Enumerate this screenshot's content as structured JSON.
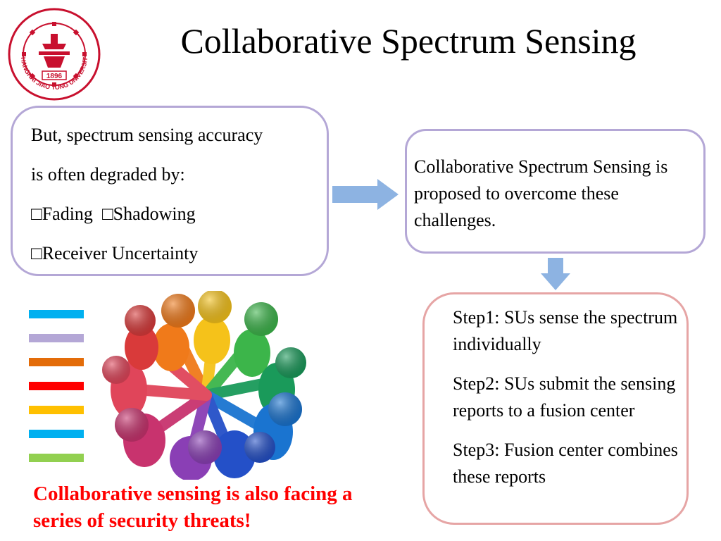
{
  "header": {
    "title": "Collaborative Spectrum Sensing",
    "logo": {
      "name": "shanghai-jiao-tong-university-seal",
      "text": "SHANGHAI JIAO TONG UNIVERSITY",
      "year": "1896"
    }
  },
  "left_box": {
    "line1": "But, spectrum sensing accuracy",
    "line2": "is often degraded by:",
    "item_fading": "□Fading",
    "item_shadowing": "□Shadowing",
    "item_receiver": "□Receiver Uncertainty"
  },
  "right_box": {
    "text": "Collaborative Spectrum Sensing is proposed to overcome these challenges."
  },
  "steps_box": {
    "step1": "Step1: SUs sense the spectrum individually",
    "step2": "Step2: SUs submit the sensing reports to a fusion center",
    "step3": "Step3: Fusion center combines these reports"
  },
  "warning": {
    "text": "Collaborative sensing is also facing a series of security threats!"
  },
  "colors": {
    "box_border": "#b4a7d6",
    "steps_border": "#e6a5a5",
    "arrow": "#8db3e2",
    "warning": "#ff0000",
    "bars": [
      "#00b0f0",
      "#b4a7d6",
      "#e36c09",
      "#ff0000",
      "#ffc000",
      "#00b0f0",
      "#92d050"
    ]
  },
  "icons": {
    "right_arrow": "right-arrow-icon",
    "down_arrow": "down-arrow-icon",
    "people_circle": "people-circle-illustration"
  }
}
